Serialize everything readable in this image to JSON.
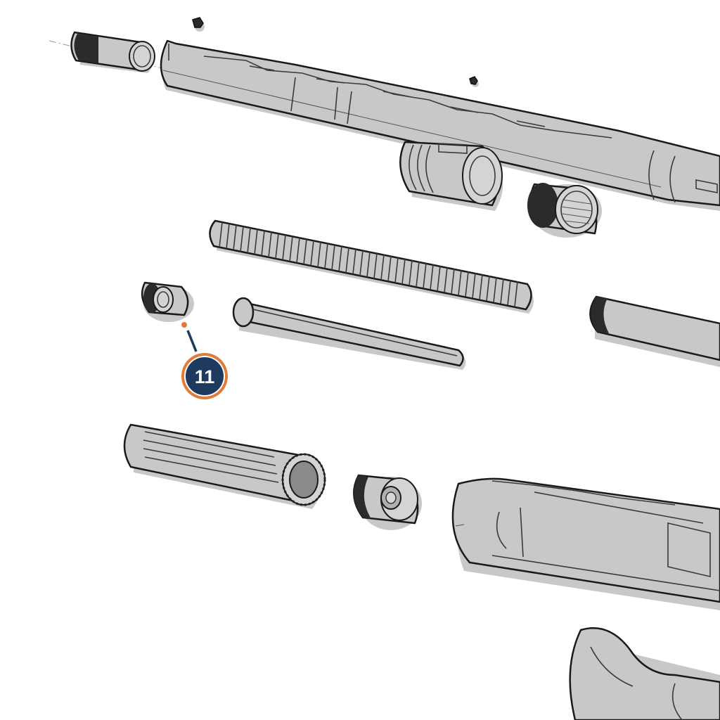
{
  "diagram": {
    "type": "exploded-parts-view",
    "callout": {
      "number": "11",
      "circle_fill": "#1e3a5f",
      "ring_color": "#e07b39",
      "leader_color": "#1e3a5f",
      "dot_color": "#e07b39",
      "target_part": "end-cap"
    },
    "colors": {
      "part_fill": "#c8c8c8",
      "outline": "#1a1a1a",
      "background": "#ffffff"
    }
  }
}
